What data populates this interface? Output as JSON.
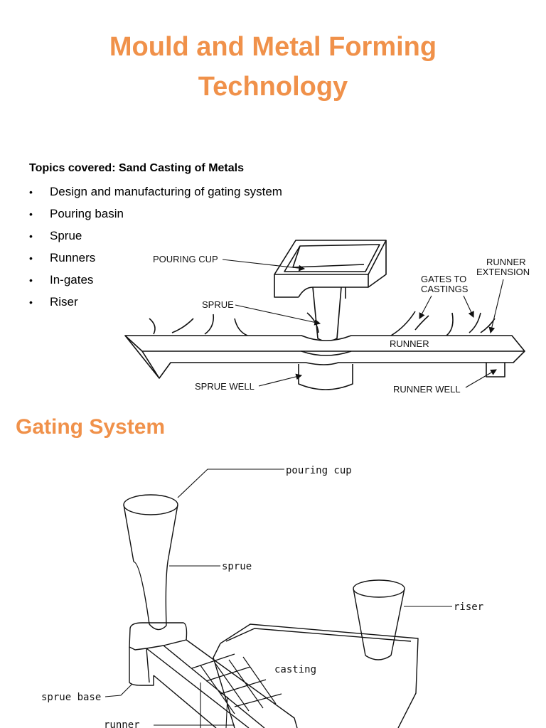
{
  "title": {
    "line1": "Mould and Metal Forming",
    "line2": "Technology"
  },
  "topics": {
    "heading": "Topics covered: Sand Casting of Metals",
    "items": [
      "Design and manufacturing of gating system",
      "Pouring basin",
      "Sprue",
      "Runners",
      "In-gates",
      "Riser"
    ]
  },
  "diagram1": {
    "labels": {
      "pouring_cup": "POURING CUP",
      "sprue": "SPRUE",
      "sprue_well": "SPRUE WELL",
      "runner": "RUNNER",
      "gates_line1": "GATES TO",
      "gates_line2": "CASTINGS",
      "runner_ext_line1": "RUNNER",
      "runner_ext_line2": "EXTENSION",
      "runner_well": "RUNNER WELL"
    }
  },
  "section": {
    "title": "Gating System"
  },
  "diagram2": {
    "labels": {
      "pouring_cup": "pouring cup",
      "sprue": "sprue",
      "riser": "riser",
      "casting": "casting",
      "sprue_base": "sprue base",
      "runner": "runner"
    }
  }
}
